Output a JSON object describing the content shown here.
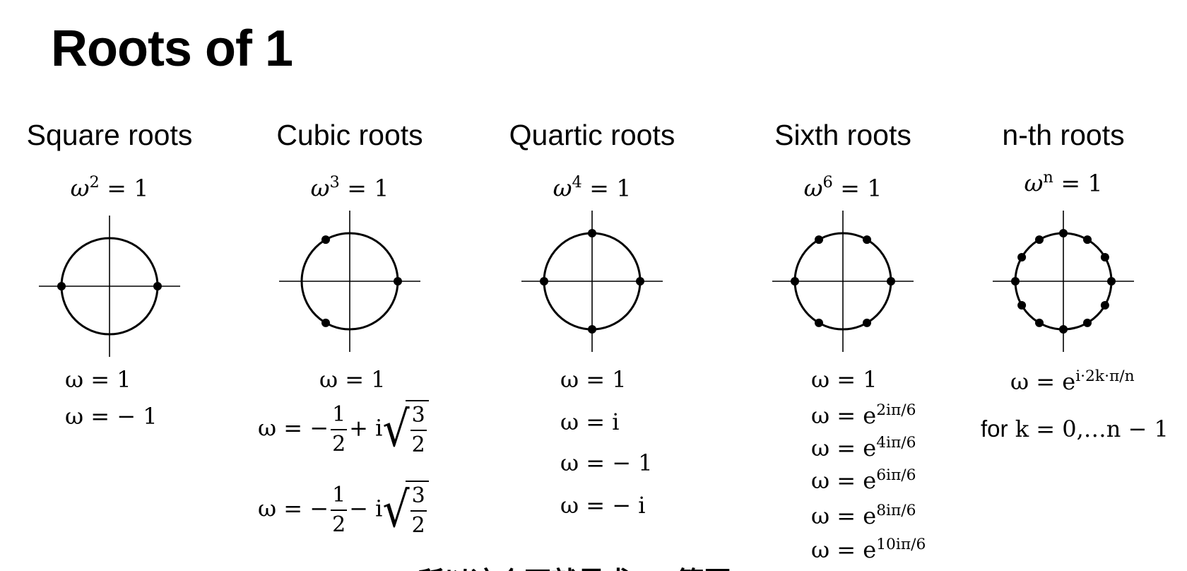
{
  "title": "Roots of 1",
  "columns": [
    {
      "heading": "Square roots",
      "equation": {
        "base": "ω",
        "exp": "2",
        "rhs": "= 1"
      },
      "points": 2,
      "roots": [
        "ω = 1",
        "ω = − 1"
      ]
    },
    {
      "heading": "Cubic roots",
      "equation": {
        "base": "ω",
        "exp": "3",
        "rhs": "= 1"
      },
      "points": 3,
      "roots": [
        "ω = 1"
      ],
      "complex_roots": [
        {
          "lhs": "ω = −",
          "num": "1",
          "den": "2",
          "op": "+ i",
          "rad_num": "3",
          "rad_den": "2"
        },
        {
          "lhs": "ω = −",
          "num": "1",
          "den": "2",
          "op": "− i",
          "rad_num": "3",
          "rad_den": "2"
        }
      ]
    },
    {
      "heading": "Quartic roots",
      "equation": {
        "base": "ω",
        "exp": "4",
        "rhs": "= 1"
      },
      "points": 4,
      "roots": [
        "ω = 1",
        "ω = i",
        "ω = − 1",
        "ω = − i"
      ]
    },
    {
      "heading": "Sixth roots",
      "equation": {
        "base": "ω",
        "exp": "6",
        "rhs": "= 1"
      },
      "points": 6,
      "roots": [
        "ω = 1"
      ],
      "exp_roots": [
        {
          "lhs": "ω = e",
          "exp": "2iπ/6"
        },
        {
          "lhs": "ω = e",
          "exp": "4iπ/6"
        },
        {
          "lhs": "ω = e",
          "exp": "6iπ/6"
        },
        {
          "lhs": "ω = e",
          "exp": "8iπ/6"
        },
        {
          "lhs": "ω = e",
          "exp": "10iπ/6"
        }
      ]
    },
    {
      "heading": "n-th roots",
      "equation": {
        "base": "ω",
        "exp": "n",
        "rhs": "= 1"
      },
      "points": 12,
      "formula": {
        "lhs": "ω = e",
        "exp": "i·2k·π/n"
      },
      "range": {
        "prefix": "for",
        "expr": "k = 0,…n − 1"
      }
    }
  ],
  "caption": "所以这个不就是求 … 算哥"
}
